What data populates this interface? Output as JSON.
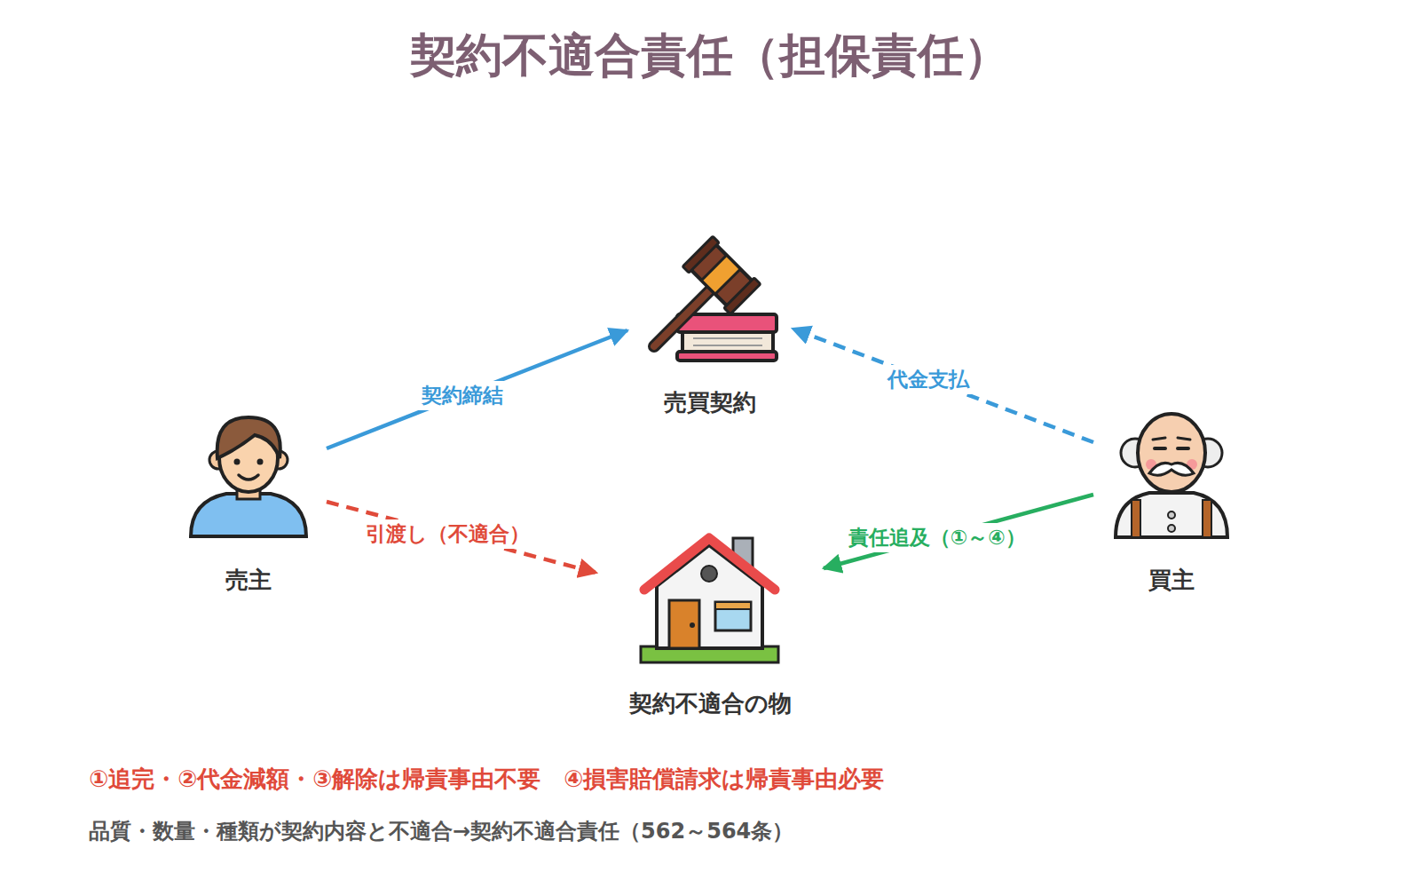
{
  "diagram": {
    "title": "契約不適合責任（担保責任）",
    "nodes": [
      {
        "text": [
          "売買契約"
        ]
      },
      {
        "text": [
          "売主"
        ]
      },
      {
        "text": [
          "買主"
        ]
      },
      {
        "text": [
          "契約不適合の物"
        ]
      }
    ],
    "edges": [
      {
        "from": 1,
        "to": 0,
        "label": "契約締結",
        "arrow": "to"
      },
      {
        "from": 2,
        "to": 0,
        "label": "代金支払",
        "arrow": "to"
      },
      {
        "from": 1,
        "to": 3,
        "label": "引渡し（不適合）",
        "arrow": "to"
      },
      {
        "from": 2,
        "to": 3,
        "label": "責任追及（①～④）",
        "arrow": "to"
      }
    ],
    "labels": [
      "①追完・②代金減額・③解除は帰責事由不要　④損害賠償請求は帰責事由必要",
      "品質・数量・種類が契約内容と不適合→契約不適合責任（562～564条）"
    ]
  }
}
